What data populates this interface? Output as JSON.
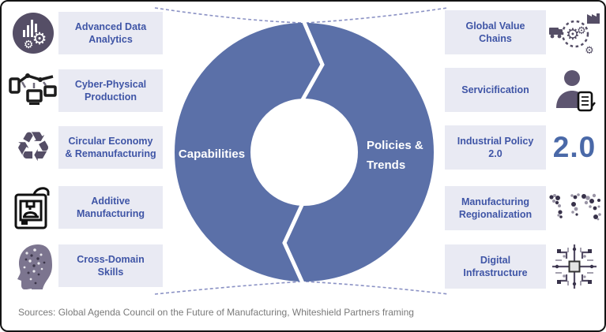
{
  "donut": {
    "left_label": "Capabilities",
    "right_label_line1": "Policies &",
    "right_label_line2": "Trends",
    "ring_color": "#5b70a8",
    "divider_color": "#ffffff",
    "guide_dash_color": "#8a91c4"
  },
  "left_items": [
    {
      "label": "Advanced Data\nAnalytics",
      "icon": "analytics-icon"
    },
    {
      "label": "Cyber-Physical\nProduction",
      "icon": "robot-arm-icon"
    },
    {
      "label": "Circular Economy\n& Remanufacturing",
      "icon": "recycle-icon",
      "icon_glyph": "♻"
    },
    {
      "label": "Additive\nManufacturing",
      "icon": "printer-3d-icon"
    },
    {
      "label": "Cross-Domain\nSkills",
      "icon": "head-gears-icon"
    }
  ],
  "right_items": [
    {
      "label": "Global Value\nChains",
      "icon": "supply-chain-icon"
    },
    {
      "label": "Servicification",
      "icon": "person-clipboard-icon"
    },
    {
      "label": "Industrial Policy\n2.0",
      "icon": "two-point-zero-text",
      "icon_text": "2.0"
    },
    {
      "label": "Manufacturing\nRegionalization",
      "icon": "world-map-dots-icon"
    },
    {
      "label": "Digital\nInfrastructure",
      "icon": "circuit-board-icon"
    }
  ],
  "footer": {
    "source_text": "Sources: Global Agenda Council on the Future of Manufacturing, Whiteshield Partners framing"
  },
  "colors": {
    "label_box_bg": "#e9eaf3",
    "label_text": "#3f55a6",
    "dark_icon": "#554e66",
    "big_two_zero": "#4a69a8",
    "footer_text": "#7a7a7a"
  }
}
